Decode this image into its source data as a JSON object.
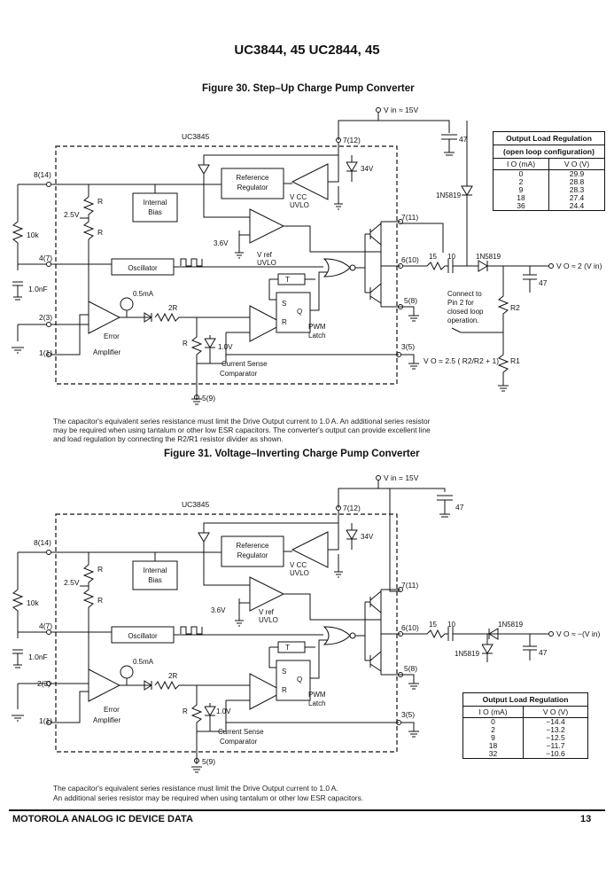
{
  "page_header": "UC3844, 45 UC2844, 45",
  "fig30": {
    "title": "Figure 30. Step–Up Charge Pump Converter",
    "vin": "V in ≈ 15V",
    "ic": "UC3845",
    "ref_reg": [
      "Reference",
      "Regulator"
    ],
    "internal_bias": [
      "Internal",
      "Bias"
    ],
    "vcc_uvlo": [
      "V CC",
      "UVLO"
    ],
    "vref_uvlo": [
      "V ref",
      "UVLO"
    ],
    "oscillator": "Oscillator",
    "error_amp": [
      "Error",
      "Amplifier"
    ],
    "pwm_latch": [
      "PWM",
      "Latch"
    ],
    "cs_comp": [
      "Current Sense",
      "Comparator"
    ],
    "pins": [
      "8(14)",
      "4(7)",
      "2(3)",
      "1(1)",
      "7(12)",
      "7(11)",
      "6(10)",
      "5(8)",
      "3(5)",
      "5(9)"
    ],
    "labels": {
      "r": "R",
      "r2r": "2R",
      "v25": "2.5V",
      "v36": "3.6V",
      "v34": "34V",
      "v10": "1.0V",
      "i05": "0.5mA",
      "r10k": "10k",
      "c1nf": "1.0nF",
      "c47": "47",
      "c47b": "47",
      "d1n5819a": "1N5819",
      "d1n5819b": "1N5819",
      "n15": "15",
      "n10": "10",
      "vo": "V O ≈ 2 (V in)",
      "r1": "R1",
      "r2": "R2",
      "s": "S",
      "q": "Q",
      "rr": "R",
      "t": "T"
    },
    "connect_note": [
      "Connect to",
      "Pin 2 for",
      "closed loop",
      "operation."
    ],
    "vo_formula": "V O = 2.5 ( R2/R2 + 1)",
    "table_title": [
      "Output Load Regulation",
      "(open loop configuration)"
    ],
    "table_headers": [
      "I O (mA)",
      "V O (V)"
    ],
    "table_rows": [
      [
        "0",
        "29.9"
      ],
      [
        "2",
        "28.8"
      ],
      [
        "9",
        "28.3"
      ],
      [
        "18",
        "27.4"
      ],
      [
        "36",
        "24.4"
      ]
    ],
    "note": "The capacitor's equivalent series resistance must limit the Drive Output current to 1.0 A. An additional series resistor may be required when using tantalum or other low ESR capacitors. The converter's output can provide excellent line and load regulation by connecting the R2/R1 resistor divider as shown."
  },
  "fig31": {
    "title": "Figure 31. Voltage–Inverting Charge Pump Converter",
    "vin": "V in = 15V",
    "ic": "UC3845",
    "vo": "V O ≈ −(V in)",
    "c47a": "47",
    "c47b": "47",
    "d1n5819a": "1N5819",
    "d1n5819b": "1N5819",
    "table_title": [
      "Output Load Regulation"
    ],
    "table_headers": [
      "I O (mA)",
      "V O (V)"
    ],
    "table_rows": [
      [
        "0",
        "−14.4"
      ],
      [
        "2",
        "−13.2"
      ],
      [
        "9",
        "−12.5"
      ],
      [
        "18",
        "−11.7"
      ],
      [
        "32",
        "−10.6"
      ]
    ],
    "note_lines": [
      "The capacitor's equivalent series resistance must limit the Drive Output current to 1.0 A.",
      "An additional series resistor may be required when using tantalum or other low ESR capacitors."
    ]
  },
  "footer": {
    "left": "MOTOROLA ANALOG IC DEVICE DATA",
    "right": "13"
  }
}
